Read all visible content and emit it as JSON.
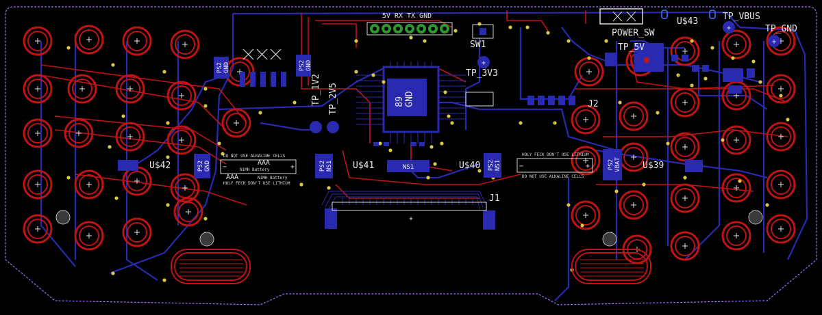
{
  "colors": {
    "background": "#000000",
    "top_copper": "#c01414",
    "bottom_copper": "#2a2ab0",
    "silkscreen": "#d9d9d9",
    "via": "#d8c843",
    "outline": "#a070ff",
    "header_pad": "#2e9a2e"
  },
  "labels": {
    "tp_vbus": "TP_VBUS",
    "tp_gnd": "TP_GND",
    "tp_5v": "TP_5V",
    "tp_3v3": "TP_3V3",
    "tp_1v2": "TP_1V2",
    "tp_2v5": "TP_2V5",
    "sw1": "SW1",
    "power_sw": "POWER_SW",
    "u$43": "U$43",
    "u$42": "U$42",
    "u$41": "U$41",
    "u$40": "U$40",
    "u$39": "U$39",
    "j1": "J1",
    "j2": "J2",
    "ic_gnd_big": "89\nGND",
    "header_text": "5V RX TX GND",
    "warn_alk_1": "DO NOT USE ALKALINE CELLS",
    "aaa_1": "AAA",
    "nimh_1": "NiMH Battery",
    "aaa_2": "AAA",
    "nimh_2": "NiMH Battery",
    "warn_lith_1": "HOLY FECK DON'T USE LITHIUM",
    "warn_lith_2": "HOLY FECK DON'T USE LITHIUM",
    "warn_alk_2": "DO NOT USE ALKALINE CELLS",
    "pad_ps2_gnd_a": "PS2\nGND",
    "pad_ps2_gnd_b": "PS2\nGND",
    "pad_ps2_gnd_c": "PS2\nGND",
    "pad_ps2_ns1_a": "PS2\nNS1",
    "pad_ns1": "NS1",
    "pad_ps2_ns1_b": "PS2\nNS1",
    "pad_ps2_vbat": "PS2\nVBAT"
  }
}
